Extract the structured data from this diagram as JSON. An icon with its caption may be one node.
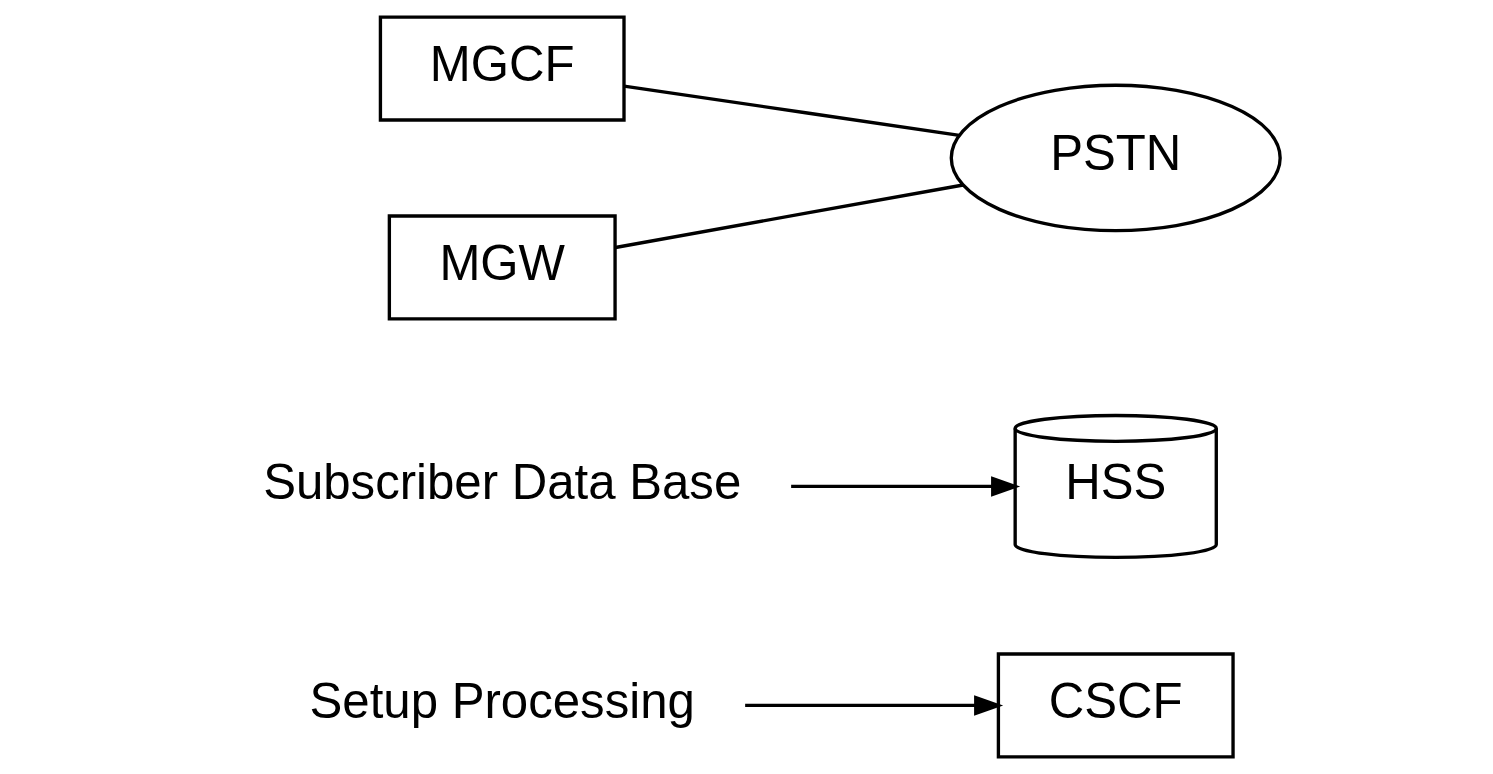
{
  "diagram": {
    "nodes": [
      {
        "text": [
          "Setup Processing"
        ]
      },
      {
        "text": [
          "HSS"
        ]
      },
      {
        "text": [
          "Subscriber Data Base"
        ]
      },
      {
        "text": [
          "CSCF"
        ]
      },
      {
        "text": [
          "MGCF"
        ]
      },
      {
        "text": [
          "MGW"
        ]
      },
      {
        "text": [
          "PSTN"
        ]
      }
    ],
    "edges": [
      {
        "from": 0,
        "to": 3,
        "arrow": "to"
      },
      {
        "from": 2,
        "to": 1,
        "arrow": "to"
      },
      {
        "from": 4,
        "to": 6,
        "arrow": "none"
      },
      {
        "from": 5,
        "to": 6,
        "arrow": "none"
      }
    ]
  }
}
